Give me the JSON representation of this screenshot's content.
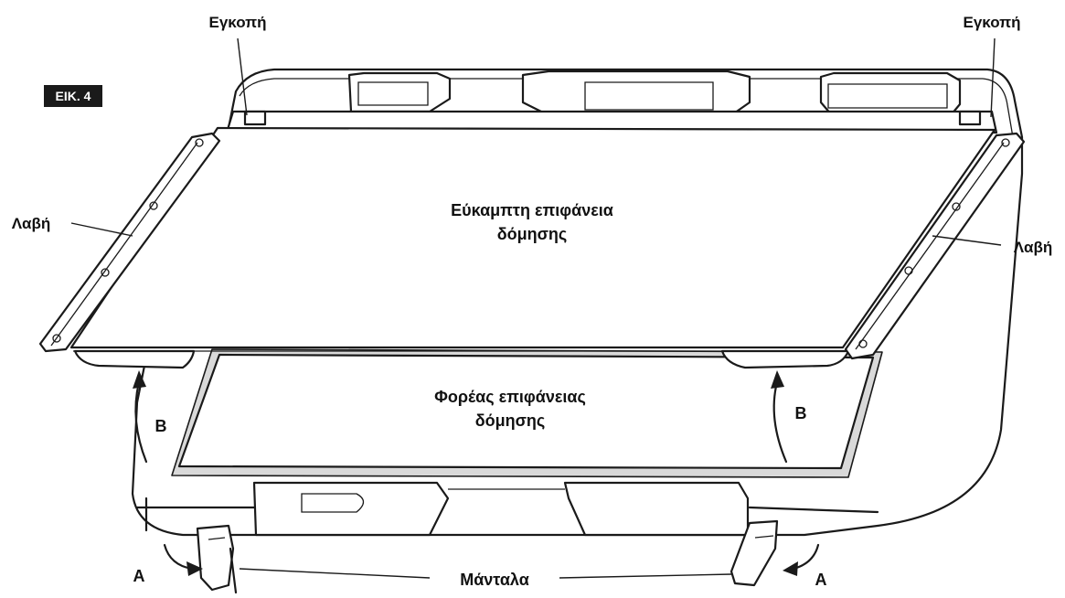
{
  "figure_label": "ΕΙΚ. 4",
  "labels": {
    "notch_left": "Εγκοπή",
    "notch_right": "Εγκοπή",
    "handle_left": "Λαβή",
    "handle_right": "Λαβή",
    "flexible_surface_line1": "Εύκαμπτη επιφάνεια",
    "flexible_surface_line2": "δόμησης",
    "carrier_line1": "Φορέας επιφάνειας",
    "carrier_line2": "δόμησης",
    "arrow_b_left": "B",
    "arrow_b_right": "B",
    "arrow_a_left": "A",
    "arrow_a_right": "A",
    "latches": "Μάνταλα"
  }
}
